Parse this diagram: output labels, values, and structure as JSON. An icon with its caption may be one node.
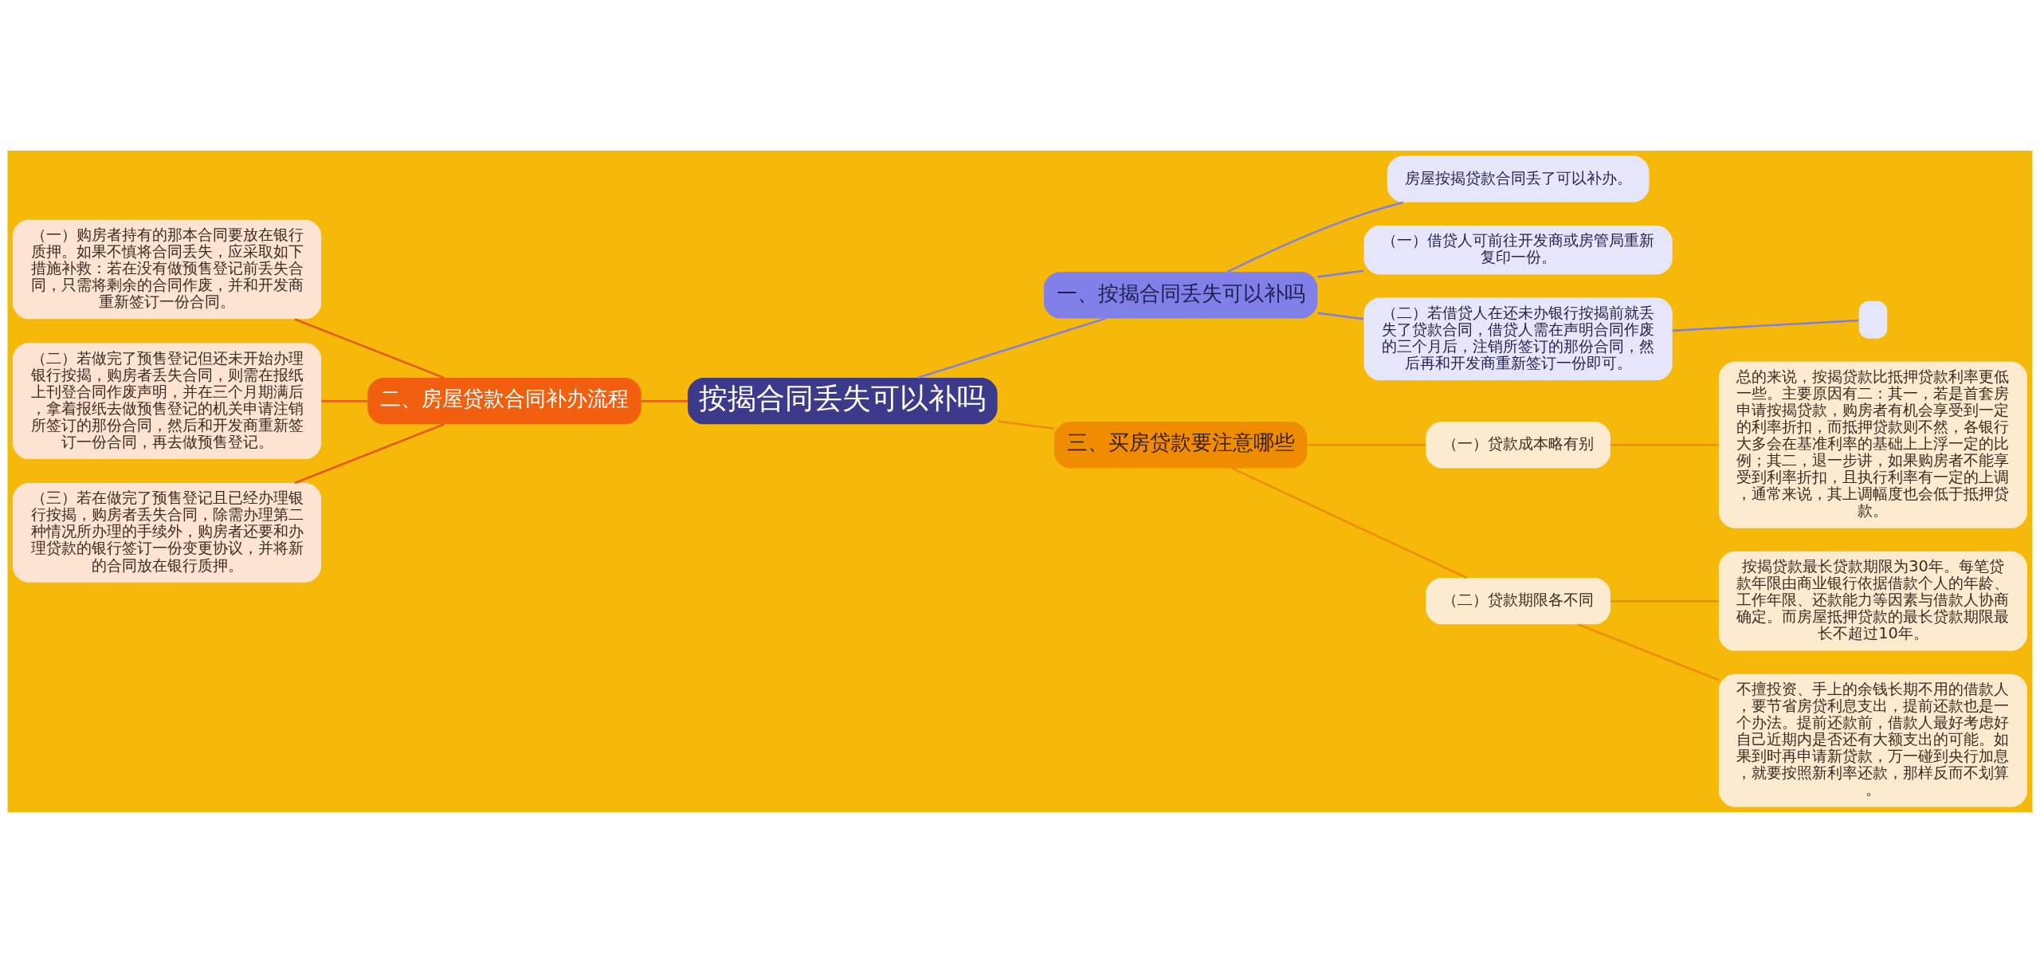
{
  "diagram": {
    "nodes": [
      {
        "text": [
          "按揭合同丢失可以补吗"
        ]
      },
      {
        "text": [
          "一、按揭合同丢失可以补吗"
        ]
      },
      {
        "text": [
          "房屋按揭贷款合同丢了可以补办。"
        ]
      },
      {
        "text": [
          "（一）借贷人可前往开发商或房管局重新复印一份。"
        ]
      },
      {
        "text": [
          "（二）若借贷人在还未办银行按揭前就丢失了贷款合同，借贷人需在声明合同作废的三个月后，注销所签订的那份合同，然后再和开发商重新签订一份即可。"
        ]
      },
      {
        "text": [],
        "shape": "box"
      },
      {
        "text": [
          "二、房屋贷款合同补办流程"
        ]
      },
      {
        "text": [
          "（一）购房者持有的那本合同要放在银行质押。如果不慎将合同丢失，应采取如下措施补救：若在没有做预售登记前丢失合同，只需将剩余的合同作废，并和开发商重新签订一份合同。"
        ]
      },
      {
        "text": [
          "（二）若做完了预售登记但还未开始办理银行按揭，购房者丢失合同，则需在报纸上刊登合同作废声明，并在三个月期满后，拿着报纸去做预售登记的机关申请注销所签订的那份合同，然后和开发商重新签订一份合同，再去做预售登记。"
        ]
      },
      {
        "text": [
          "（三）若在做完了预售登记且已经办理银行按揭，购房者丢失合同，除需办理第二种情况所办理的手续外，购房者还要和办理贷款的银行签订一份变更协议，并将新的合同放在银行质押。"
        ]
      },
      {
        "text": [
          "三、买房贷款要注意哪些"
        ]
      },
      {
        "text": [
          "（一）贷款成本略有别"
        ]
      },
      {
        "text": [
          "总的来说，按揭贷款比抵押贷款利率更低一些。主要原因有二：其一，若是首套房申请按揭贷款，购房者有机会享受到一定的利率折扣，而抵押贷款则不然，各银行大多会在基准利率的基础上上浮一定的比例；其二，退一步讲，如果购房者不能享受到利率折扣，且执行利率有一定的上调，通常来说，其上调幅度也会低于抵押贷款。"
        ]
      },
      {
        "text": [
          "（二）贷款期限各不同"
        ]
      },
      {
        "text": [
          "按揭贷款最长贷款期限为30年。每笔贷款年限由商业银行依据借款个人的年龄、工作年限、还款能力等因素与借款人协商确定。而房屋抵押贷款的最长贷款期限最长不超过10年。"
        ]
      },
      {
        "text": [
          "不擅投资、手上的余钱长期不用的借款人，要节省房贷利息支出，提前还款也是一个办法。提前还款前，借款人最好考虑好自己近期内是否还有大额支出的可能。如果到时再申请新贷款，万一碰到央行加息，就要按照新利率还款，那样反而不划算。"
        ]
      }
    ],
    "edges": [
      {
        "from": 0,
        "to": 1,
        "arrow": "none",
        "color": "#8080e0"
      },
      {
        "from": 1,
        "to": 2,
        "arrow": "none",
        "color": "#8080e0"
      },
      {
        "from": 1,
        "to": 3,
        "arrow": "none",
        "color": "#8080e0"
      },
      {
        "from": 1,
        "to": 4,
        "arrow": "none",
        "color": "#8080e0"
      },
      {
        "from": 4,
        "to": 5,
        "arrow": "none",
        "color": "#8080e0"
      },
      {
        "from": 0,
        "to": 6,
        "arrow": "none",
        "color": "#e8561a"
      },
      {
        "from": 6,
        "to": 7,
        "arrow": "none",
        "color": "#e8561a"
      },
      {
        "from": 6,
        "to": 8,
        "arrow": "none",
        "color": "#e8561a"
      },
      {
        "from": 6,
        "to": 9,
        "arrow": "none",
        "color": "#e8561a"
      },
      {
        "from": 0,
        "to": 10,
        "arrow": "none"
      },
      {
        "from": 10,
        "to": 11,
        "arrow": "none"
      },
      {
        "from": 11,
        "to": 12,
        "arrow": "none"
      },
      {
        "from": 10,
        "to": 13,
        "arrow": "none"
      },
      {
        "from": 13,
        "to": 14,
        "arrow": "none"
      },
      {
        "from": 13,
        "to": 15,
        "arrow": "none"
      }
    ]
  }
}
